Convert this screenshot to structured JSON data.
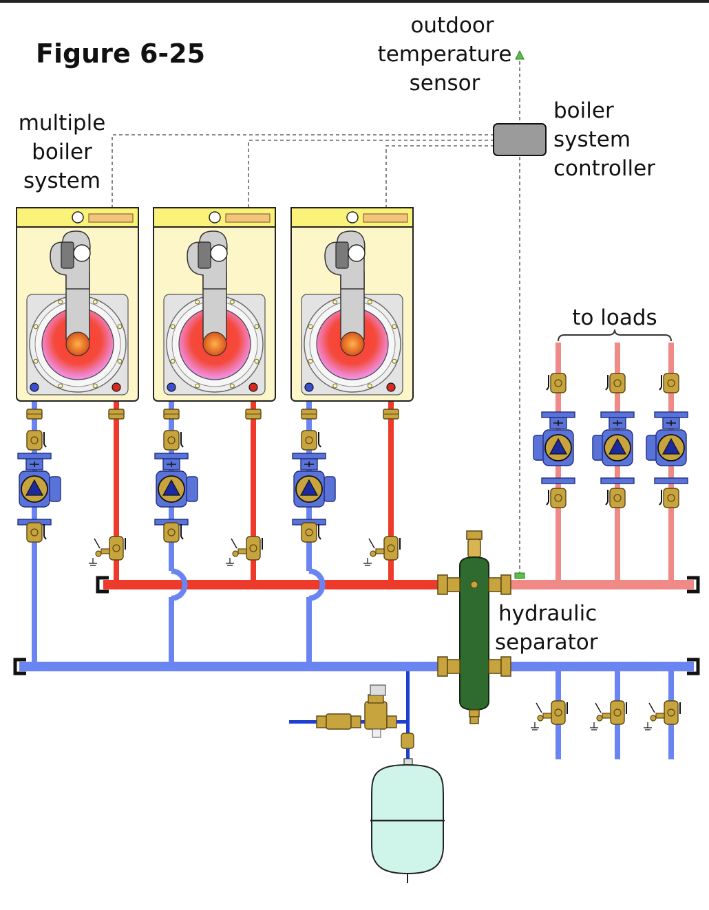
{
  "figure": {
    "title": "Figure 6-25"
  },
  "labels": {
    "outdoor_sensor": [
      "outdoor",
      "temperature",
      "sensor"
    ],
    "controller": [
      "boiler",
      "system",
      "controller"
    ],
    "multiple_boiler": [
      "multiple",
      "boiler",
      "system"
    ],
    "to_loads": "to loads",
    "separator": [
      "hydraulic",
      "separator"
    ]
  },
  "colors": {
    "supply": "#ee3a2b",
    "load_supply": "#f08a87",
    "return": "#6a85f2",
    "separator": "#2f6b2f",
    "boiler_body": "#fdf6c8",
    "controller": "#9b9b9b",
    "expansion_tank": "#cff5ea",
    "brass": "#c8a43e"
  },
  "boiler_count": 3,
  "load_circuit_count": 3
}
